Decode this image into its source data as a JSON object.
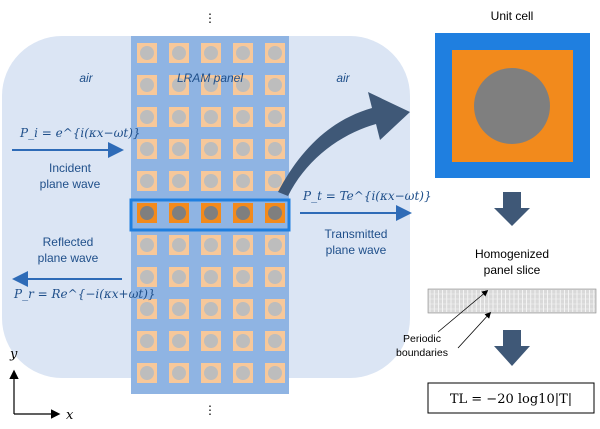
{
  "labels": {
    "air_left": "air",
    "air_right": "air",
    "panel": "LRAM panel",
    "unit_cell": "Unit cell",
    "incident": [
      "Incident",
      "plane wave"
    ],
    "reflected": [
      "Reflected",
      "plane wave"
    ],
    "transmitted": [
      "Transmitted",
      "plane wave"
    ],
    "homogenized": [
      "Homogenized",
      "panel slice"
    ],
    "periodic": [
      "Periodic",
      "boundaries"
    ],
    "ellipsis_top": "⋮",
    "ellipsis_bottom": "⋮",
    "axis_y": "y",
    "axis_x": "x"
  },
  "equations": {
    "incident": "P_i = e^{i(κx−ωt)}",
    "reflected": "P_r = Re^{−i(κx+ωt)}",
    "transmitted": "P_t = Te^{i(κx−ωt)}",
    "tl": "TL = −20 log10|T|"
  },
  "colors": {
    "air_bg": "#dbe5f4",
    "panel_blue": "#8fb4e3",
    "cell_light": "#f7c89a",
    "cell_orange": "#f28a1c",
    "inclusion_light": "#bdbdbd",
    "inclusion_dark": "#7f7f7f",
    "arrow_blue": "#2e6bb7",
    "big_arrow": "#3f5877",
    "unit_blue": "#1f7fe0"
  }
}
